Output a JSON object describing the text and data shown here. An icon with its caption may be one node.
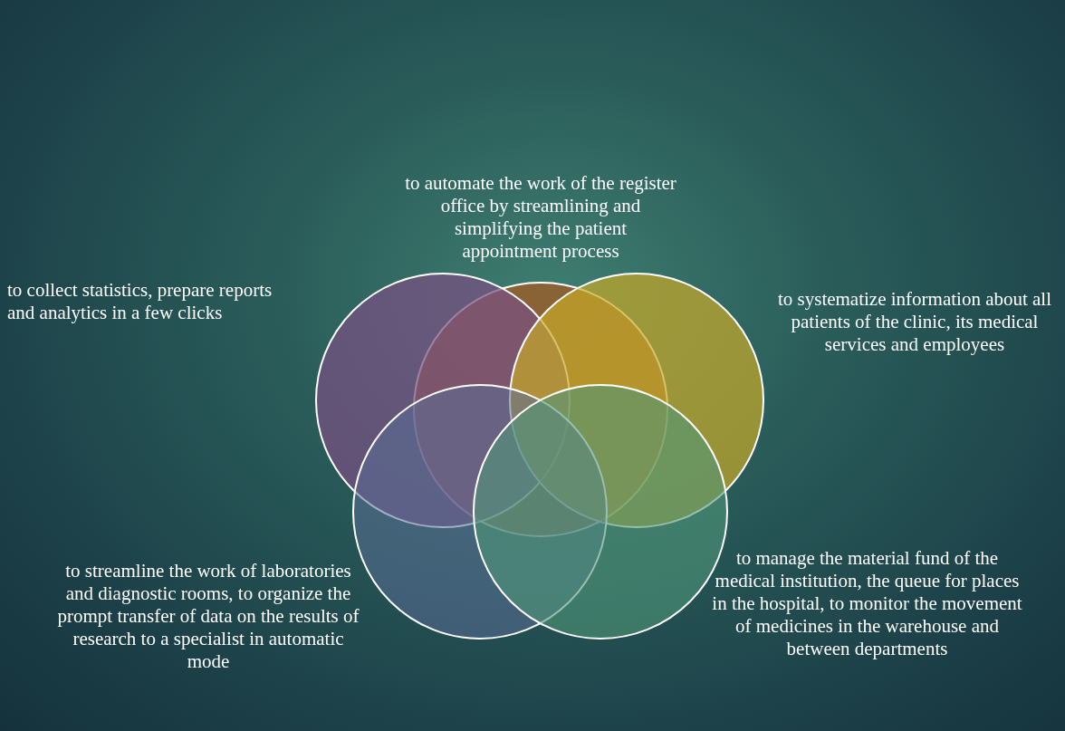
{
  "diagram": {
    "nodes": [
      {
        "text": [],
        "shape": "circle",
        "beside": [
          "to automate the work of the register office by streamlining and simplifying the patient appointment process"
        ]
      },
      {
        "text": [],
        "shape": "circle",
        "beside": [
          "to collect statistics, prepare reports and analytics in a few clicks"
        ]
      },
      {
        "text": [],
        "shape": "circle",
        "beside": [
          "to systematize information about all patients of the clinic, its medical services and employees"
        ]
      },
      {
        "text": [],
        "shape": "circle",
        "beside": [
          "to streamline the work of laboratories and diagnostic rooms, to organize the prompt transfer of data on the results of research to a specialist in automatic mode"
        ]
      },
      {
        "text": [],
        "shape": "circle",
        "beside": [
          "to manage the material fund of the medical institution, the queue for places in the hospital, to monitor the movement of medicines in the warehouse and between departments"
        ]
      }
    ],
    "edges": []
  }
}
